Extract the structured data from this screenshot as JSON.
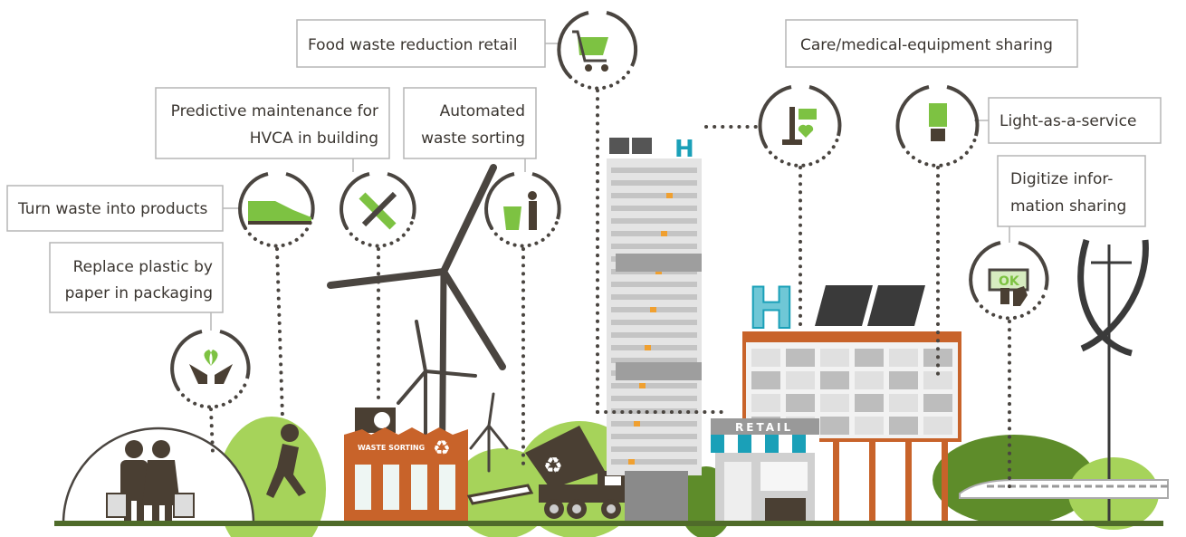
{
  "title": "Circular economy smart city infographic",
  "labels": {
    "food_waste": "Food waste reduction retail",
    "predictive_1": "Predictive maintenance for",
    "predictive_2": "HVCA in building",
    "automated_1": "Automated",
    "automated_2": "waste sorting",
    "turn_waste": "Turn waste into products",
    "replace_1": "Replace plastic by",
    "replace_2": "paper in packaging",
    "care": "Care/medical-equipment sharing",
    "light": "Light-as-a-service",
    "digitize_1": "Digitize infor-",
    "digitize_2": "mation sharing"
  },
  "signs": {
    "waste_sorting": "WASTE SORTING",
    "retail": "RETAIL",
    "hospital_h": "H",
    "tower_h": "H",
    "ok": "OK"
  },
  "icons": [
    "shopping-cart-icon",
    "sneaker-icon",
    "wrench-hammer-icon",
    "trash-bin-icon",
    "hands-plant-icon",
    "medical-equipment-icon",
    "light-bulb-icon",
    "phone-ok-icon",
    "recycle-icon"
  ],
  "colors": {
    "green": "#7dc242",
    "dark": "#4a3f33",
    "orange": "#c8632a",
    "teal": "#1aa0b8",
    "ground": "#4f6b2a"
  }
}
